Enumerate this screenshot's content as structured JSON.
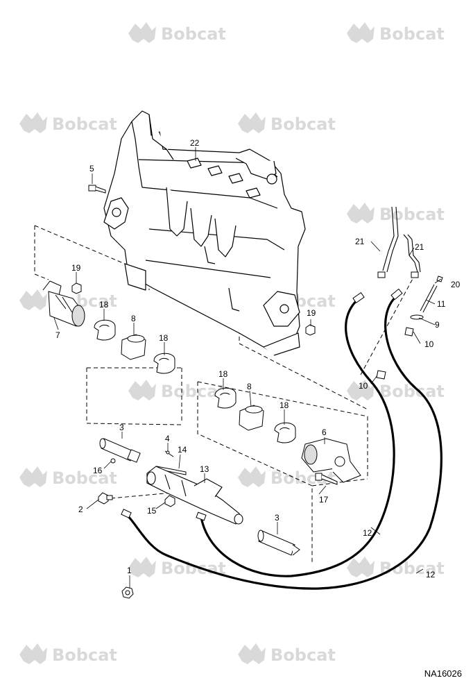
{
  "watermark": {
    "text": "Bobcat",
    "color": "#d9d9d9"
  },
  "drawing_number": "NA16026",
  "callouts": [
    "1",
    "2",
    "3",
    "3",
    "4",
    "5",
    "6",
    "7",
    "8",
    "8",
    "9",
    "10",
    "10",
    "11",
    "12",
    "12",
    "13",
    "14",
    "15",
    "16",
    "17",
    "18",
    "18",
    "18",
    "18",
    "19",
    "19",
    "20",
    "21",
    "21",
    "22"
  ],
  "colors": {
    "line": "#000000",
    "hose": "#000000",
    "shade": "#bdbdbd"
  }
}
